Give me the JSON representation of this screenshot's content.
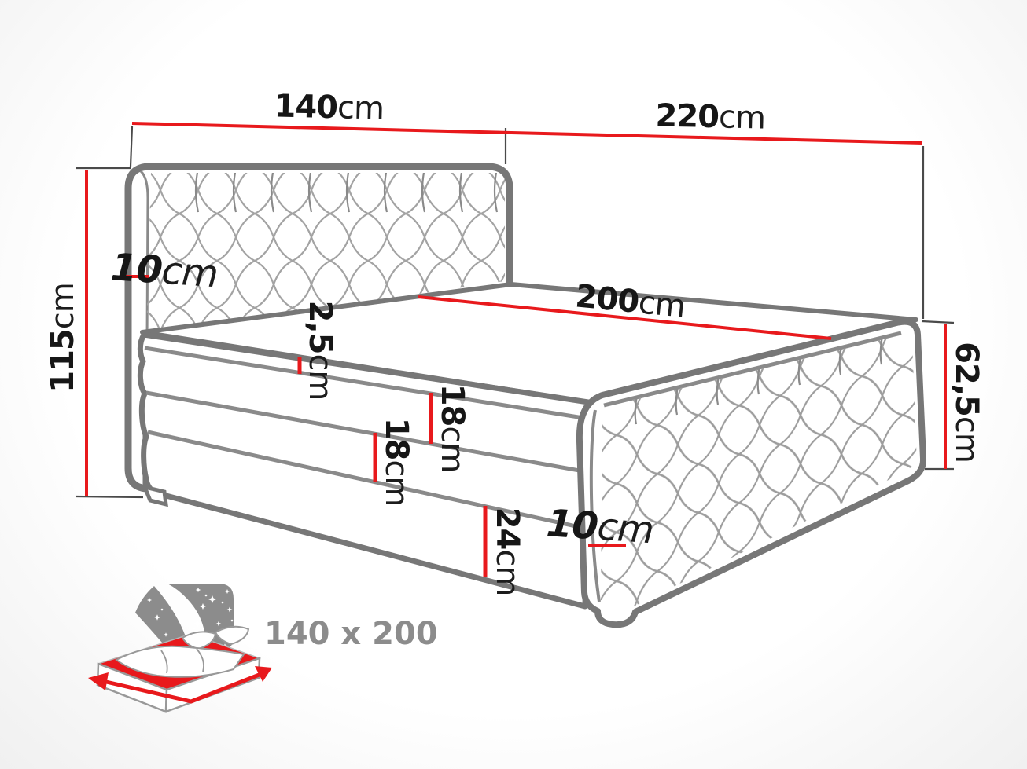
{
  "diagram": {
    "name": "boxspring-bed-dimension-drawing",
    "dims": {
      "headboard_width": {
        "value": "140",
        "unit": "cm"
      },
      "total_length": {
        "value": "220",
        "unit": "cm"
      },
      "total_height": {
        "value": "115",
        "unit": "cm"
      },
      "headboard_depth": {
        "value": "10",
        "unit": "cm"
      },
      "sleeping_length": {
        "value": "200",
        "unit": "cm"
      },
      "topper_height": {
        "value": "2,5",
        "unit": "cm"
      },
      "mattress_height": {
        "value": "18",
        "unit": "cm"
      },
      "box_height": {
        "value": "18",
        "unit": "cm"
      },
      "base_height": {
        "value": "24",
        "unit": "cm"
      },
      "footboard_depth": {
        "value": "10",
        "unit": "cm"
      },
      "foot_end_height": {
        "value": "62,5",
        "unit": "cm"
      }
    }
  },
  "badge": {
    "size_label": "140 x 200",
    "icon": "bed-under-starry-night"
  },
  "colors": {
    "dimension_red": "#e8191c",
    "outline_gray": "#777777",
    "layer_line_gray": "#8a8a8a",
    "tuft_gray": "#a3a3a3",
    "label_black": "#161616",
    "icon_gray": "#8c8c8c",
    "background": "#ffffff"
  }
}
